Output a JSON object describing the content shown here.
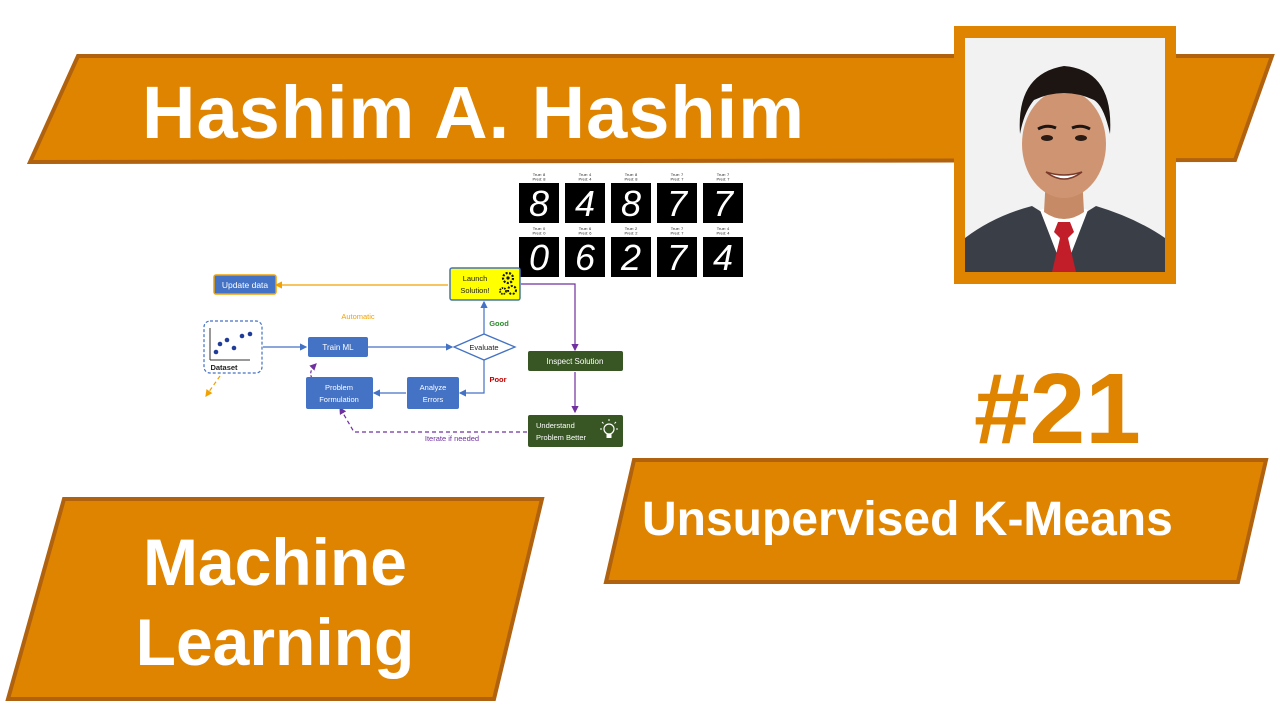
{
  "thumbnail": {
    "author_name": "Hashim A. Hashim",
    "episode_number": "#21",
    "topic": "Unsupervised K-Means",
    "series_line1": "Machine",
    "series_line2": "Learning",
    "colors": {
      "band_fill": "#df8400",
      "band_stroke": "#b0620e",
      "number_color": "#df8400"
    }
  },
  "diagram": {
    "update_data": "Update data",
    "automatic": "Automatic",
    "dataset": "Dataset",
    "train_ml": "Train ML",
    "evaluate": "Evaluate",
    "launch_line1": "Launch",
    "launch_line2": "Solution!",
    "good": "Good",
    "poor": "Poor",
    "analyze_line1": "Analyze",
    "analyze_line2": "Errors",
    "problem_line1": "Problem",
    "problem_line2": "Formulation",
    "inspect_solution": "Inspect Solution",
    "understand_line1": "Understand",
    "understand_line2": "Problem Better",
    "iterate": "Iterate if needed"
  },
  "digits": [
    {
      "true_label": "True: 8",
      "pred_label": "Pred: 8",
      "digit": "8"
    },
    {
      "true_label": "True: 4",
      "pred_label": "Pred: 4",
      "digit": "4"
    },
    {
      "true_label": "True: 8",
      "pred_label": "Pred: 8",
      "digit": "8"
    },
    {
      "true_label": "True: 7",
      "pred_label": "Pred: 7",
      "digit": "7"
    },
    {
      "true_label": "True: 7",
      "pred_label": "Pred: 7",
      "digit": "7"
    },
    {
      "true_label": "True: 0",
      "pred_label": "Pred: 0",
      "digit": "0"
    },
    {
      "true_label": "True: 6",
      "pred_label": "Pred: 6",
      "digit": "6"
    },
    {
      "true_label": "True: 2",
      "pred_label": "Pred: 2",
      "digit": "2"
    },
    {
      "true_label": "True: 7",
      "pred_label": "Pred: 7",
      "digit": "7"
    },
    {
      "true_label": "True: 4",
      "pred_label": "Pred: 4",
      "digit": "4"
    }
  ]
}
